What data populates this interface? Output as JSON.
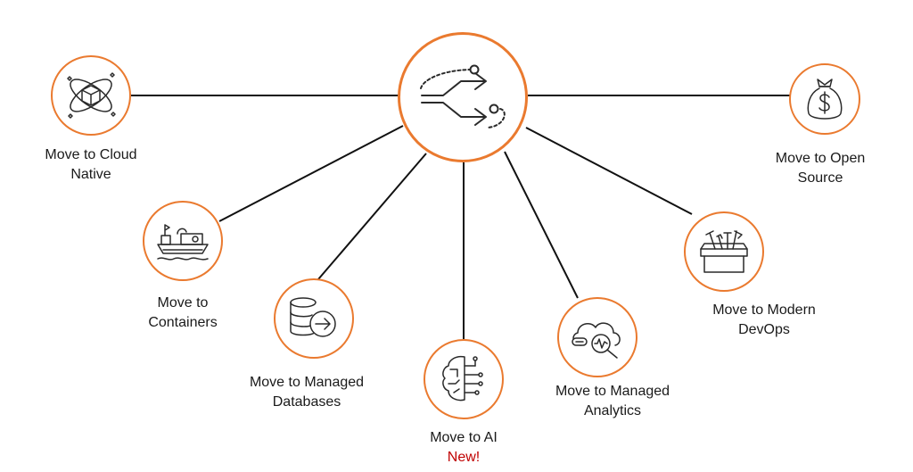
{
  "colors": {
    "accent": "#ea7a2f",
    "line": "#111111",
    "icon": "#2a2a2a",
    "new_badge": "#c00000"
  },
  "hub": {
    "icon": "merge-arrows-icon"
  },
  "nodes": [
    {
      "id": "cloud-native",
      "icon": "cloud-native-cube-icon",
      "label_lines": [
        "Move to Cloud",
        "Native"
      ]
    },
    {
      "id": "containers",
      "icon": "container-ship-icon",
      "label_lines": [
        "Move to",
        "Containers"
      ]
    },
    {
      "id": "databases",
      "icon": "database-arrow-icon",
      "label_lines": [
        "Move to Managed",
        "Databases"
      ]
    },
    {
      "id": "ai",
      "icon": "ai-brain-circuit-icon",
      "label_lines": [
        "Move to AI"
      ],
      "badge": "New!"
    },
    {
      "id": "analytics",
      "icon": "cloud-analytics-icon",
      "label_lines": [
        "Move to Managed",
        "Analytics"
      ]
    },
    {
      "id": "devops",
      "icon": "toolbox-icon",
      "label_lines": [
        "Move to Modern",
        "DevOps"
      ]
    },
    {
      "id": "open-source",
      "icon": "money-bag-icon",
      "label_lines": [
        "Move to Open",
        "Source"
      ]
    }
  ]
}
